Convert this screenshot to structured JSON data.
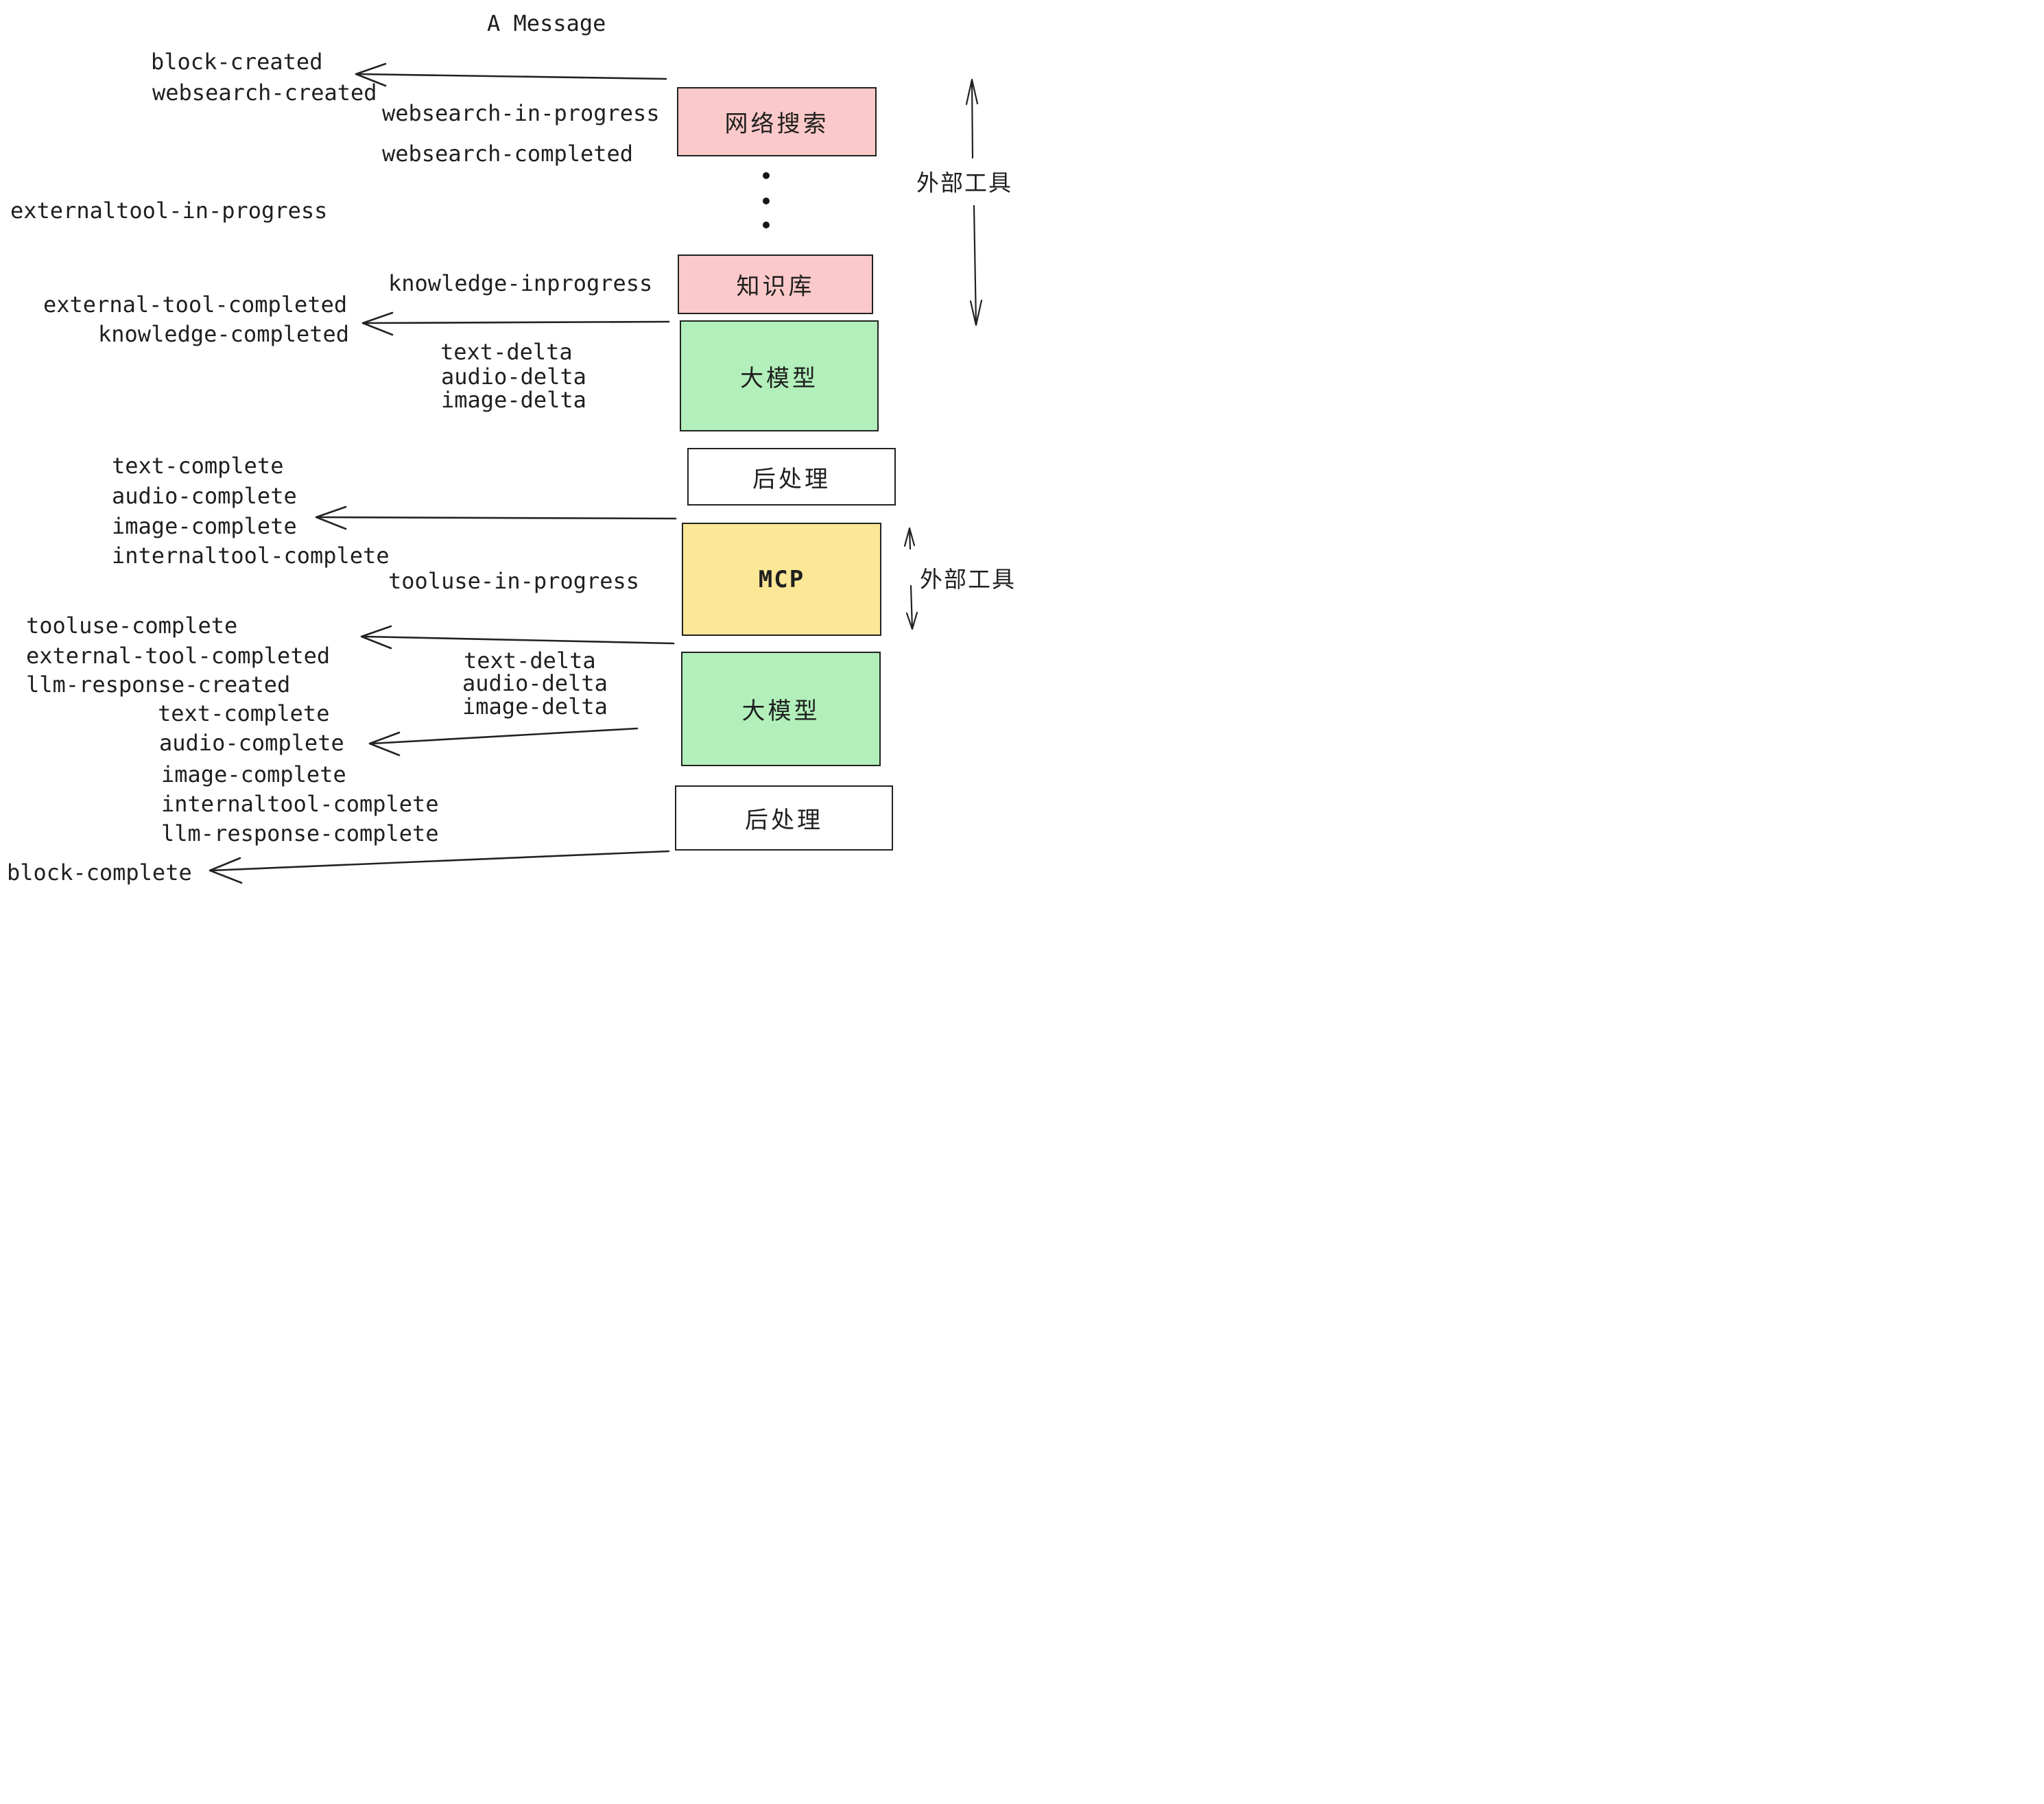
{
  "title": "A Message",
  "events": {
    "block_created": "block-created",
    "websearch_created": "websearch-created",
    "websearch_in_progress": "websearch-in-progress",
    "websearch_completed": "websearch-completed",
    "externaltool_in_progress": "externaltool-in-progress",
    "knowledge_inprogress": "knowledge-inprogress",
    "external_tool_completed": "external-tool-completed",
    "knowledge_completed": "knowledge-completed",
    "text_delta": "text-delta",
    "audio_delta": "audio-delta",
    "image_delta": "image-delta",
    "text_complete": "text-complete",
    "audio_complete": "audio-complete",
    "image_complete": "image-complete",
    "internaltool_complete": "internaltool-complete",
    "tooluse_in_progress": "tooluse-in-progress",
    "tooluse_complete": "tooluse-complete",
    "llm_response_created": "llm-response-created",
    "llm_response_complete": "llm-response-complete",
    "block_complete": "block-complete"
  },
  "boxes": [
    {
      "label": "网络搜索",
      "fill": "#fbc9c9"
    },
    {
      "label": "知识库",
      "fill": "#fbc9c9"
    },
    {
      "label": "大模型",
      "fill": "#b2efba"
    },
    {
      "label": "后处理",
      "fill": "#ffffff"
    },
    {
      "label": "MCP",
      "fill": "#fbe796"
    },
    {
      "label": "大模型",
      "fill": "#b2efba"
    },
    {
      "label": "后处理",
      "fill": "#ffffff"
    }
  ],
  "side_labels": {
    "external_tool_upper": "外部工具",
    "external_tool_lower": "外部工具"
  },
  "colors": {
    "ink": "#1f1f1f",
    "stroke": "#222222",
    "pink": "#fbc9c9",
    "green": "#b2efba",
    "yellow": "#fbe796",
    "white": "#ffffff",
    "background": "#ffffff"
  }
}
